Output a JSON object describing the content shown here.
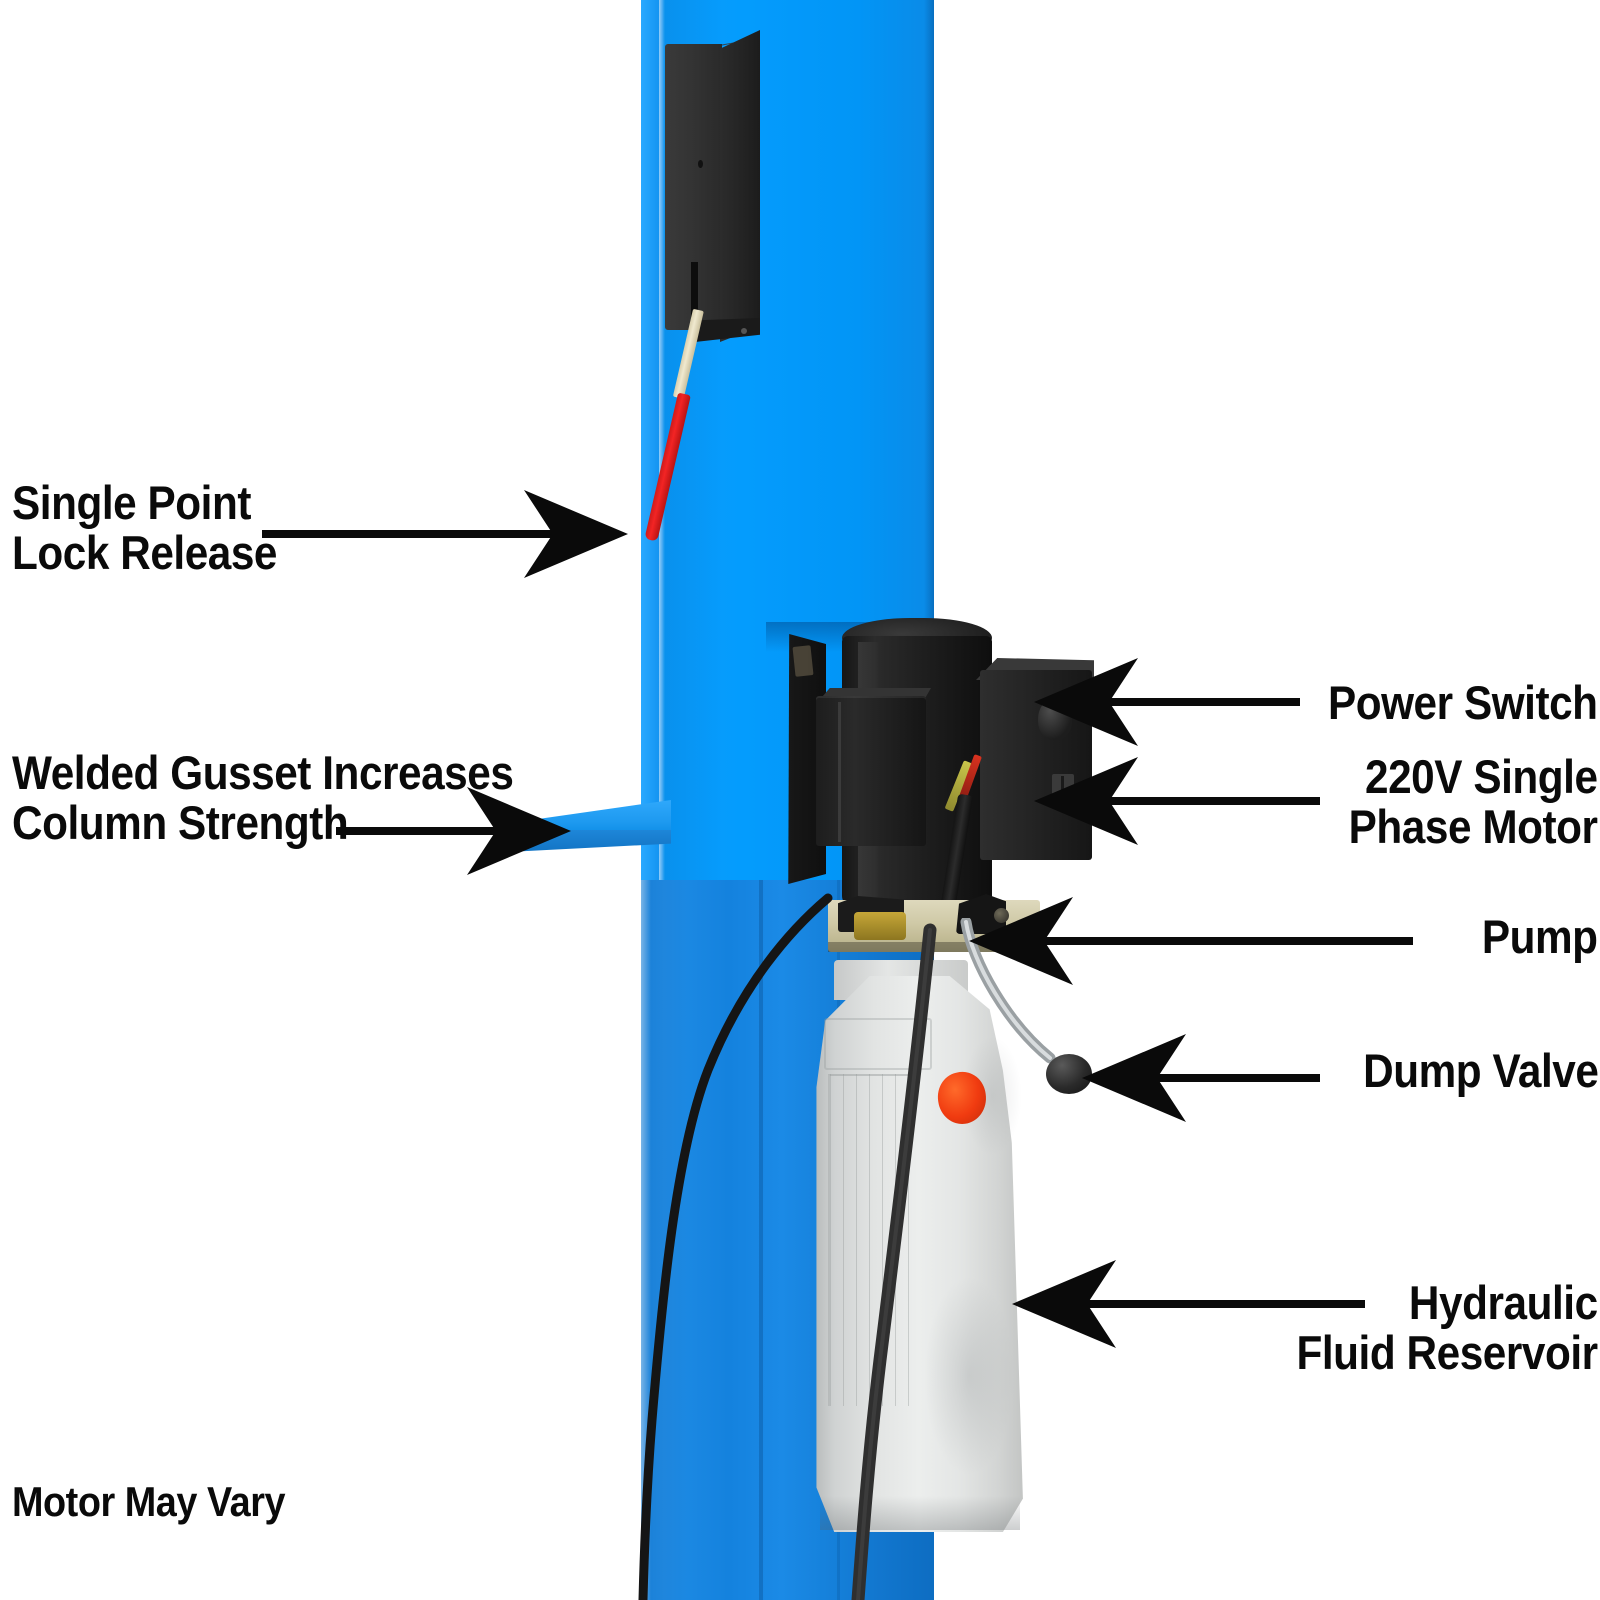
{
  "diagram": {
    "title": "Two Post Car Lift Column Component Callouts",
    "background_color": "#ffffff",
    "product_colors": {
      "column_blue": "#049cfd",
      "column_blue_lower": "#1a7fd6",
      "motor_black": "#1d1d1d",
      "reservoir_gray": "#e2e4e3",
      "cap_red": "#f03b10",
      "handle_red": "#f32424",
      "pump_tan": "#cfc9a6",
      "label_black": "#0a0a0a"
    },
    "callouts": [
      {
        "id": "single-point-lock-release",
        "label": "Single Point\nLock Release",
        "side": "left",
        "arrow_direction": "right"
      },
      {
        "id": "welded-gusset",
        "label": "Welded Gusset Increases\nColumn Strength",
        "side": "left",
        "arrow_direction": "right"
      },
      {
        "id": "power-switch",
        "label": "Power Switch",
        "side": "right",
        "arrow_direction": "left"
      },
      {
        "id": "motor",
        "label": "220V Single\nPhase Motor",
        "side": "right",
        "arrow_direction": "left"
      },
      {
        "id": "pump",
        "label": "Pump",
        "side": "right",
        "arrow_direction": "left"
      },
      {
        "id": "dump-valve",
        "label": "Dump Valve",
        "side": "right",
        "arrow_direction": "left"
      },
      {
        "id": "hydraulic-fluid-reservoir",
        "label": "Hydraulic\nFluid Reservoir",
        "side": "right",
        "arrow_direction": "left"
      }
    ],
    "disclaimer": "Motor May Vary"
  }
}
